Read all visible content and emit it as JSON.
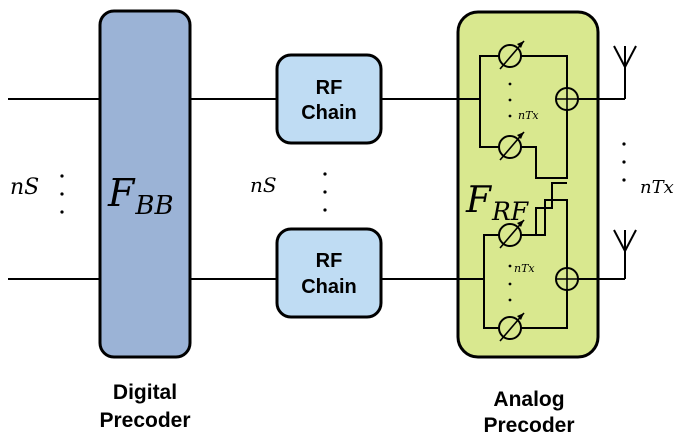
{
  "labels": {
    "ns_left": "nS",
    "ns_mid": "nS",
    "ntx_right": "nTx",
    "ntx_top_group": "nTx",
    "ntx_bottom_group": "nTx",
    "digital_caption_line1": "Digital",
    "digital_caption_line2": "Precoder",
    "analog_caption_line1": "Analog",
    "analog_caption_line2": "Precoder"
  },
  "blocks": {
    "digital_precoder": {
      "symbol": "F",
      "subscript": "BB"
    },
    "rf_chain_top": {
      "line1": "RF",
      "line2": "Chain"
    },
    "rf_chain_bottom": {
      "line1": "RF",
      "line2": "Chain"
    },
    "analog_precoder": {
      "symbol": "F",
      "subscript": "RF"
    }
  },
  "colors": {
    "digital_fill": "#9bb3d6",
    "rf_fill": "#bfdcf3",
    "analog_fill": "#d9e88f",
    "stroke": "#000000"
  }
}
